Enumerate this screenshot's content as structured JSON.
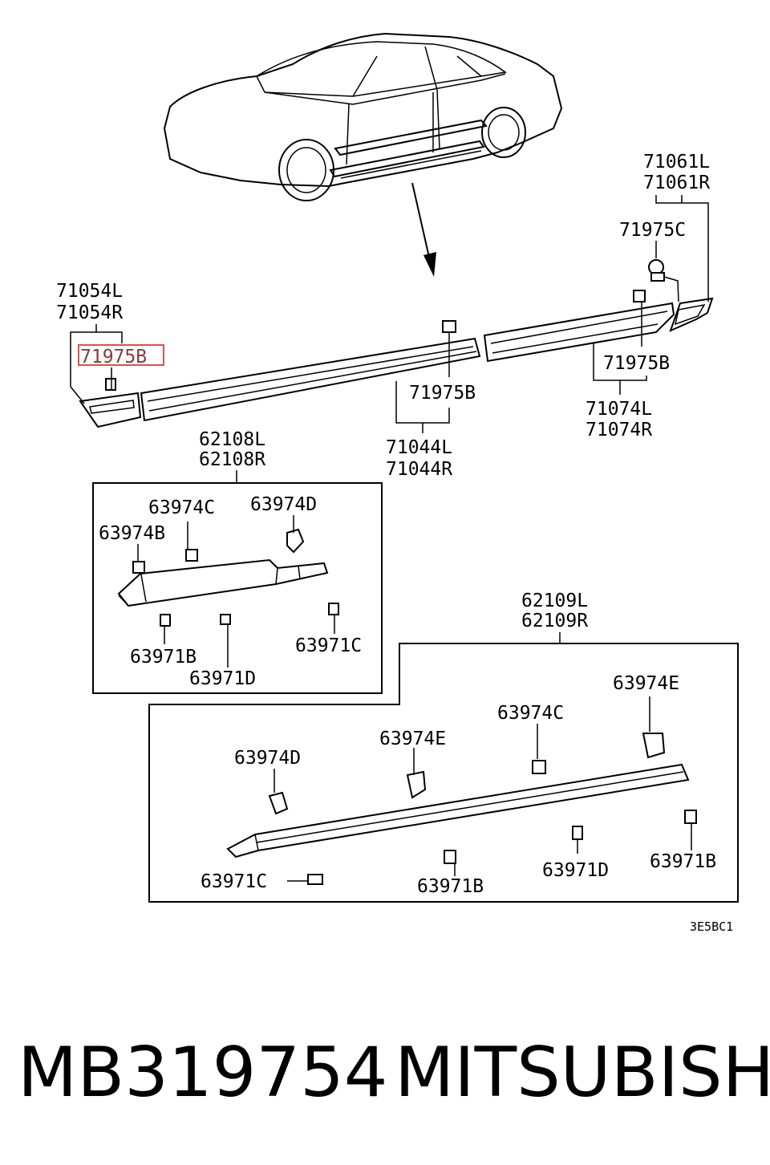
{
  "labels": {
    "l71054": [
      "71054L",
      "71054R"
    ],
    "l71975b_hl": "71975B",
    "l71975b_center": "71975B",
    "l71975b_right": "71975B",
    "l71044": [
      "71044L",
      "71044R"
    ],
    "l71061": [
      "71061L",
      "71061R"
    ],
    "l71975c": "71975C",
    "l71074": [
      "71074L",
      "71074R"
    ],
    "l62108": [
      "62108L",
      "62108R"
    ],
    "box1": {
      "c63974c": "63974C",
      "c63974d": "63974D",
      "c63974b": "63974B",
      "c63971b": "63971B",
      "c63971d": "63971D",
      "c63971c": "63971C"
    },
    "l62109": [
      "62109L",
      "62109R"
    ],
    "box2": {
      "c63974e_right": "63974E",
      "c63974c": "63974C",
      "c63974e_mid": "63974E",
      "c63974d": "63974D",
      "c63971b_right": "63971B",
      "c63971d": "63971D",
      "c63971b_mid": "63971B",
      "c63971c": "63971C"
    },
    "code": "3E5BC1"
  },
  "footer": {
    "part_number": "MB319754",
    "brand": "MITSUBISHI"
  },
  "colors": {
    "highlight_box": "#d9534f"
  }
}
